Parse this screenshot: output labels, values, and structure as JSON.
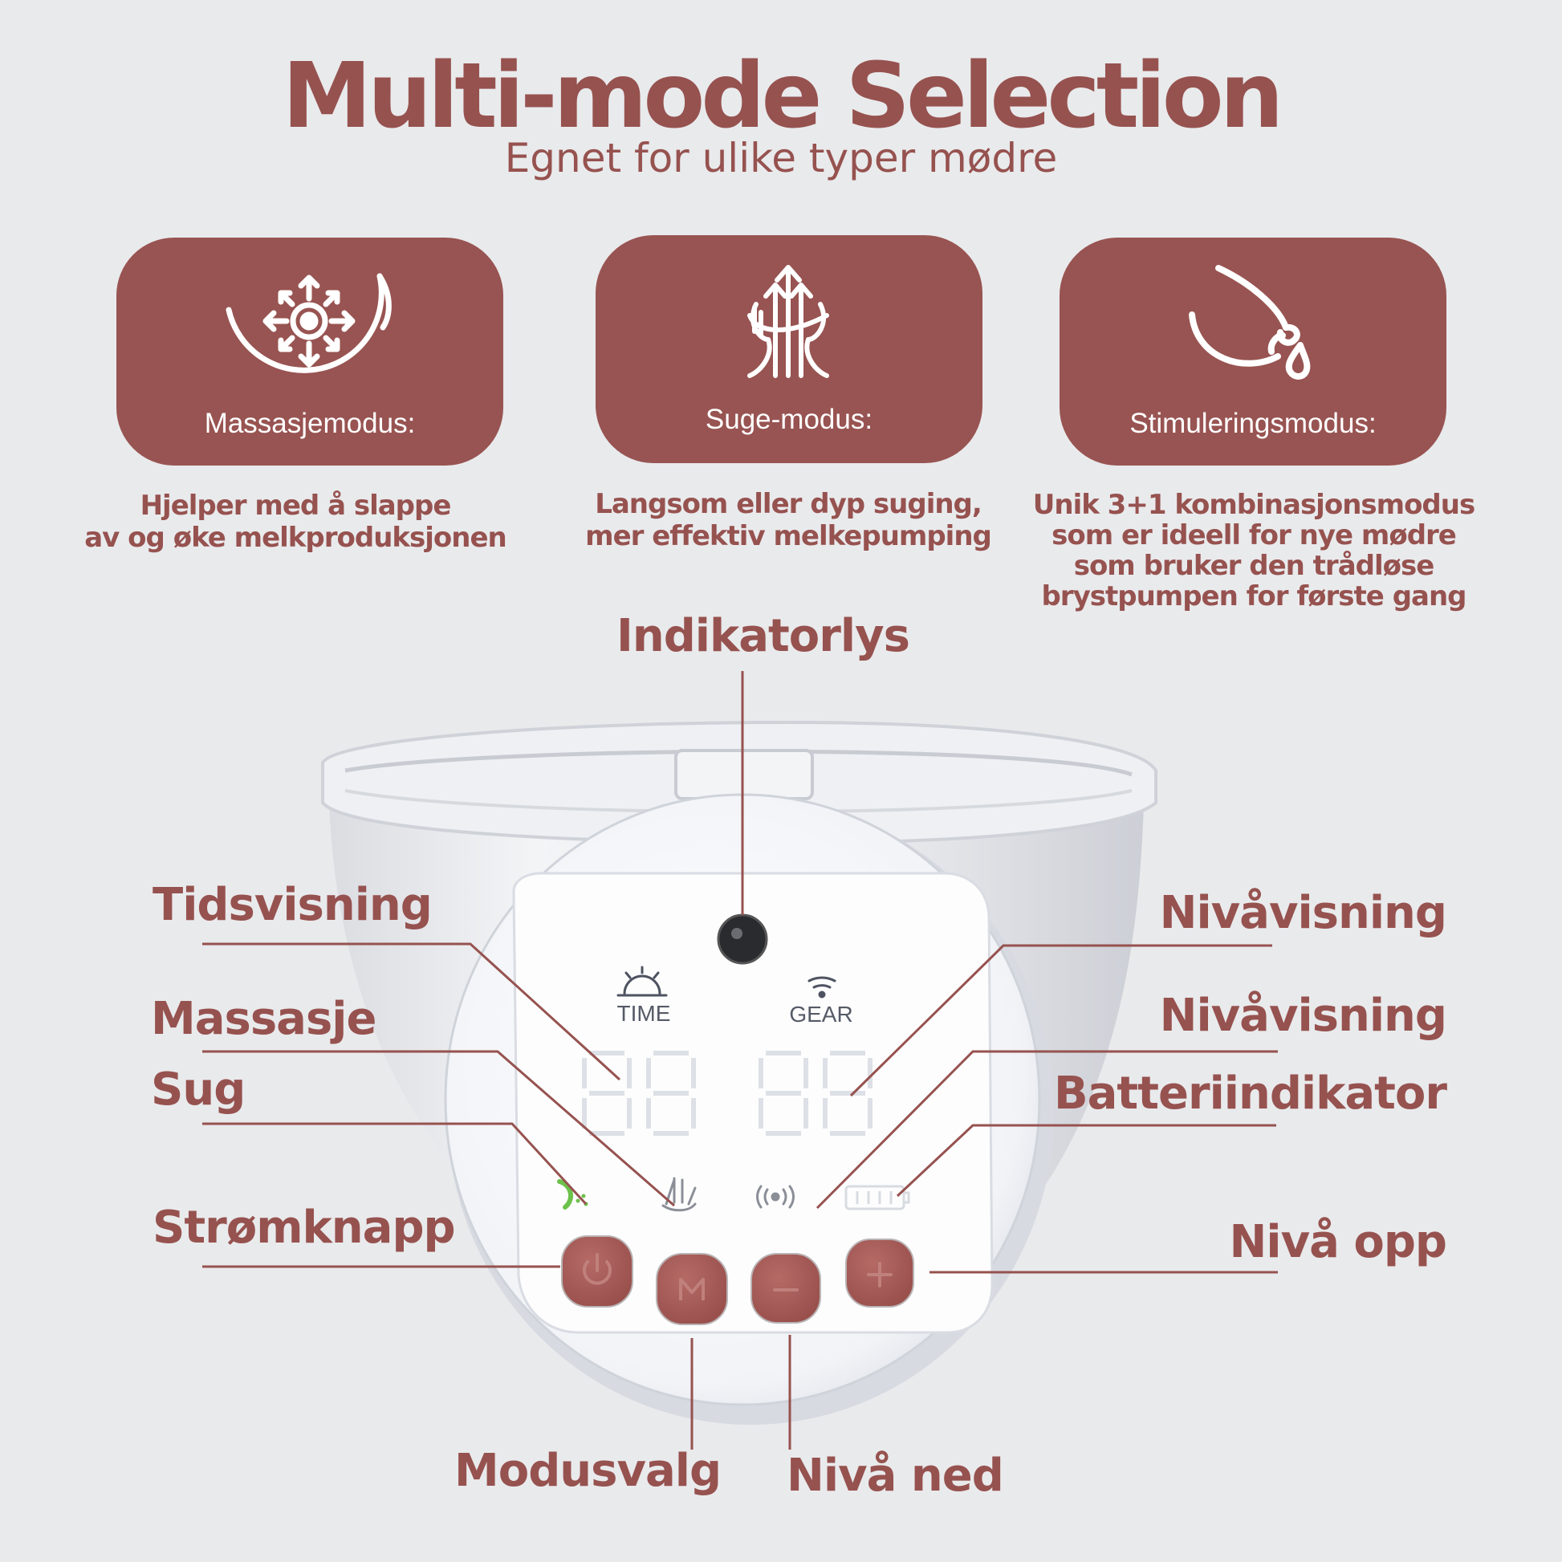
{
  "header": {
    "title": "Multi-mode Selection",
    "subtitle": "Egnet for ulike typer mødre"
  },
  "modes": [
    {
      "label": "Massasjemodus:",
      "icon": "massage-icon",
      "description_lines": [
        "Hjelper med å slappe",
        "av og øke melkproduksjonen"
      ]
    },
    {
      "label": "Suge-modus:",
      "icon": "suction-icon",
      "description_lines": [
        "Langsom eller dyp suging,",
        "mer effektiv melkepumping"
      ]
    },
    {
      "label": "Stimuleringsmodus:",
      "icon": "stimulation-icon",
      "description_lines": [
        "Unik 3+1 kombinasjonsmodus",
        "som er ideell for nye mødre",
        "som bruker den trådløse",
        "brystpumpen for første gang"
      ]
    }
  ],
  "device": {
    "lcd_time_label": "TIME",
    "lcd_gear_label": "GEAR",
    "lcd_time_digits": "88",
    "lcd_gear_digits": "88"
  },
  "callouts": {
    "indicator": "Indikatorlys",
    "time_display": "Tidsvisning",
    "massage": "Massasje",
    "suction": "Sug",
    "power_button": "Strømknapp",
    "level_display_1": "Nivåvisning",
    "level_display_2": "Nivåvisning",
    "battery": "Batteriindikator",
    "level_up": "Nivå opp",
    "mode_select": "Modusvalg",
    "level_down": "Nivå ned"
  },
  "colors": {
    "brand": "#96524f",
    "card": "#985452",
    "background": "#e9eaec",
    "button": "#a8605c"
  }
}
